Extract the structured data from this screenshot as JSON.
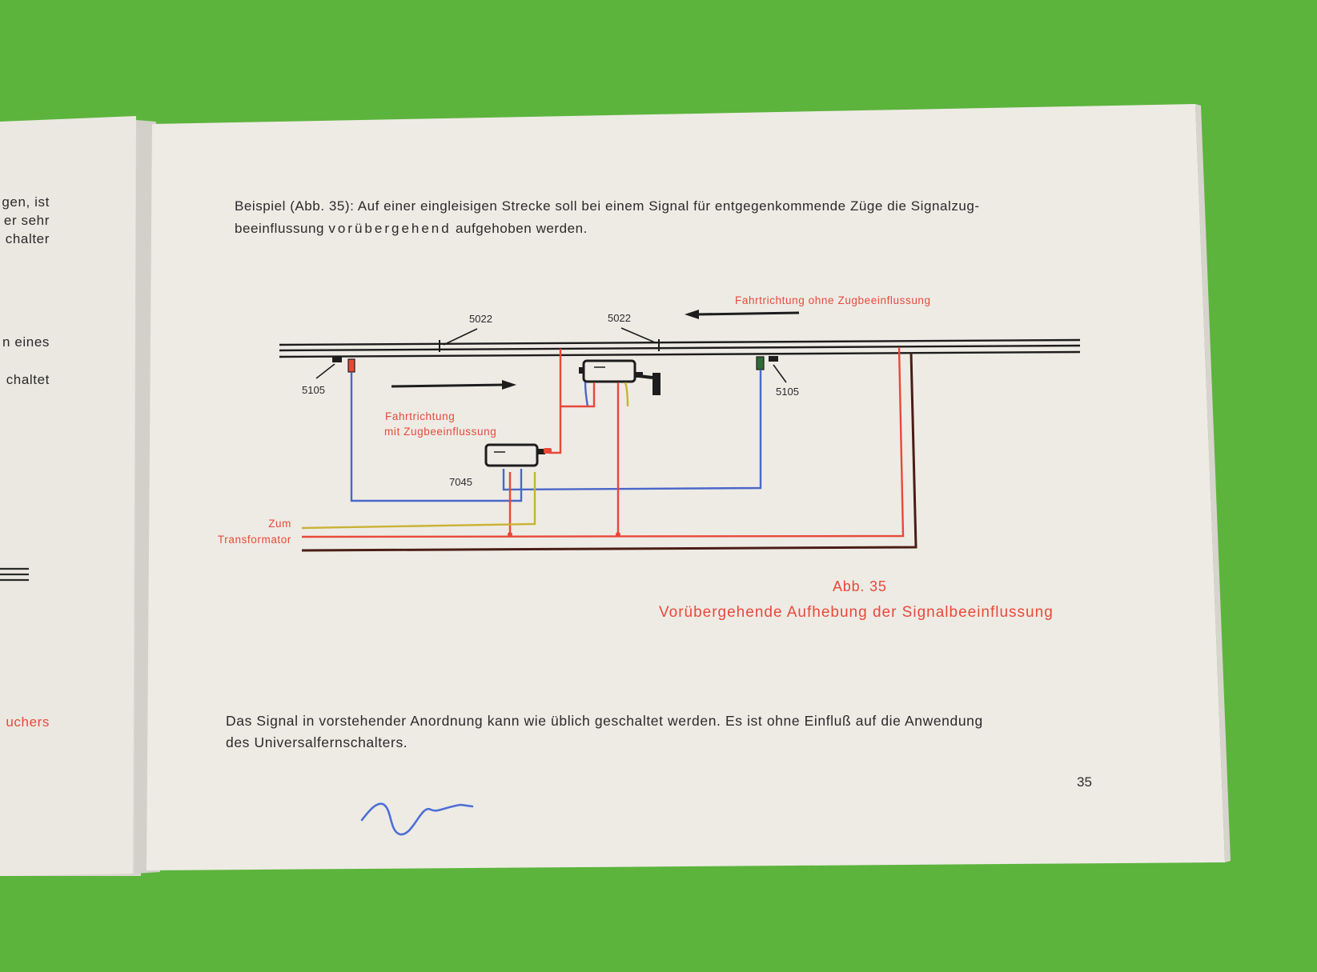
{
  "left_page": {
    "fragments": [
      "gen, ist",
      "er sehr",
      "chalter",
      "n eines",
      "chaltet",
      "uchers"
    ]
  },
  "intro": {
    "line1": "Beispiel (Abb. 35): Auf einer eingleisigen Strecke soll bei einem Signal für entgegenkommende Züge die Signalzug-",
    "line2_a": "beeinflussung ",
    "line2_spaced": "vorübergehend",
    "line2_b": " aufgehoben werden."
  },
  "diagram": {
    "label_5022_left": "5022",
    "label_5022_right": "5022",
    "label_5105_left": "5105",
    "label_5105_right": "5105",
    "label_7045": "7045",
    "direction_without": "Fahrtrichtung ohne Zugbeeinflussung",
    "direction_with_line1": "Fahrtrichtung",
    "direction_with_line2": "mit Zugbeeinflussung",
    "to_transformer_line1": "Zum",
    "to_transformer_line2": "Transformator",
    "colors": {
      "red": "#e8493a",
      "blue": "#4a67c9",
      "yellow": "#c9b233",
      "brown": "#4a1d15",
      "rail": "#1d1d1d"
    }
  },
  "caption": {
    "number": "Abb. 35",
    "title": "Vorübergehende Aufhebung der Signalbeeinflussung"
  },
  "body": {
    "line1": "Das Signal in vorstehender Anordnung kann wie üblich geschaltet werden. Es ist ohne Einfluß auf die Anwendung",
    "line2": "des Universalfernschalters."
  },
  "page_number": "35",
  "background": {
    "table_color": "#5cb43c",
    "paper_color": "#eeebe5"
  }
}
